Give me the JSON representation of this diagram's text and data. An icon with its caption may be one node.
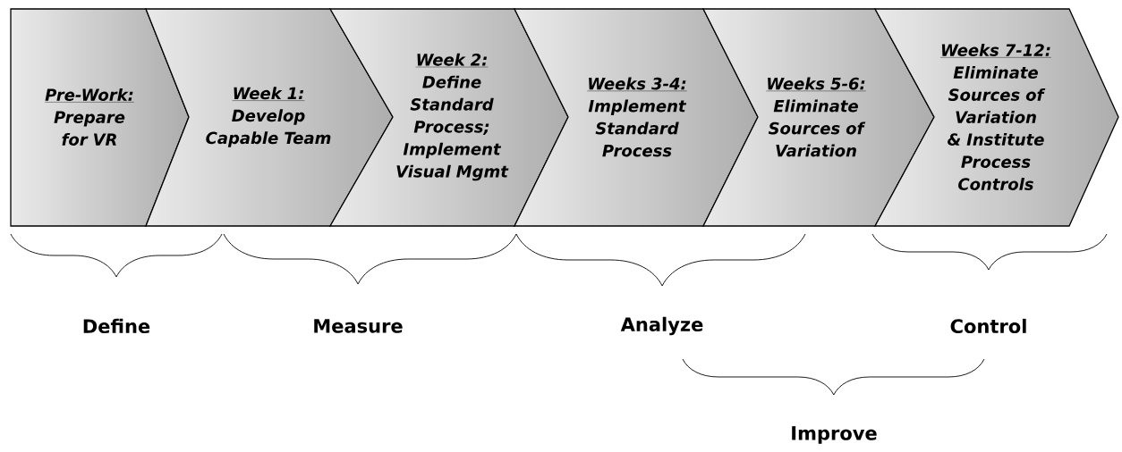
{
  "diagram": {
    "nodes": [
      {
        "text": [
          "Pre-Work:",
          "Prepare for VR"
        ]
      },
      {
        "text": [
          "Week 1:",
          "Develop Capable Team"
        ]
      },
      {
        "text": [
          "Week 2:",
          "Define Standard Process; Implement Visual Mgmt"
        ]
      },
      {
        "text": [
          "Weeks 3-4:",
          "Implement Standard Process"
        ]
      },
      {
        "text": [
          "Weeks 5-6:",
          "Eliminate Sources of Variation"
        ]
      },
      {
        "text": [
          "Weeks 7-12:",
          "Eliminate Sources of Variation & Institute Process Controls"
        ]
      }
    ],
    "labels": [
      "Define",
      "Measure",
      "Analyze",
      "Control",
      "Improve"
    ]
  }
}
